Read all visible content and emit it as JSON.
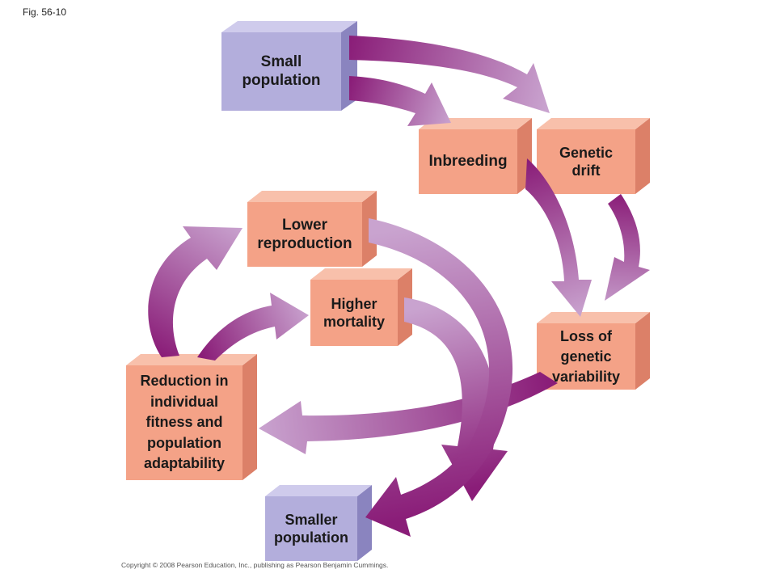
{
  "figure_label": "Fig. 56-10",
  "copyright": "Copyright © 2008 Pearson Education, Inc., publishing as Pearson Benjamin Cummings.",
  "colors": {
    "population_box": "#b3aedc",
    "population_box_dark": "#8a84bf",
    "effect_box": "#f4a287",
    "effect_box_dark": "#dc8068",
    "arrow_dark": "#8a1d78",
    "arrow_light": "#c9a3cf"
  },
  "nodes": {
    "small_population": "Small\npopulation",
    "inbreeding": "Inbreeding",
    "genetic_drift": "Genetic\ndrift",
    "lower_reproduction": "Lower\nreproduction",
    "higher_mortality": "Higher\nmortality",
    "loss_of_genetic_variability": "Loss of\ngenetic\nvariability",
    "reduction_in_fitness": "Reduction in\nindividual\nfitness and\npopulation\nadaptability",
    "smaller_population": "Smaller\npopulation"
  },
  "edges": [
    {
      "from": "small_population",
      "to": "genetic_drift"
    },
    {
      "from": "small_population",
      "to": "inbreeding"
    },
    {
      "from": "inbreeding",
      "to": "loss_of_genetic_variability"
    },
    {
      "from": "genetic_drift",
      "to": "loss_of_genetic_variability"
    },
    {
      "from": "loss_of_genetic_variability",
      "to": "reduction_in_fitness"
    },
    {
      "from": "reduction_in_fitness",
      "to": "lower_reproduction"
    },
    {
      "from": "reduction_in_fitness",
      "to": "higher_mortality"
    },
    {
      "from": "lower_reproduction",
      "to": "smaller_population"
    },
    {
      "from": "higher_mortality",
      "to": "smaller_population"
    }
  ]
}
